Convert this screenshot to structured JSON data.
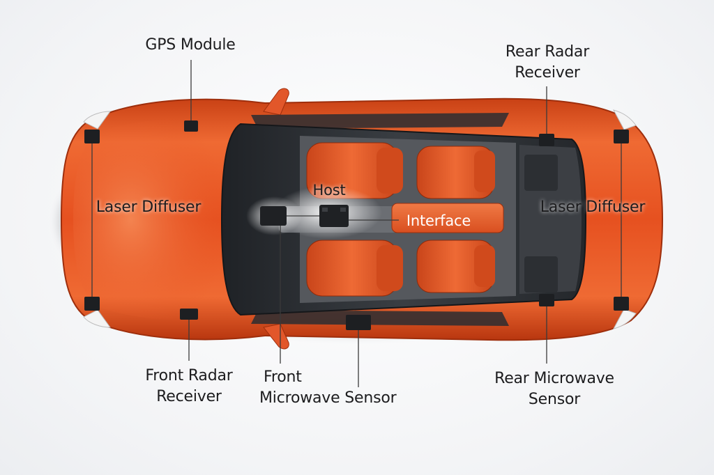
{
  "labels": {
    "gps_module": "GPS Module",
    "rear_radar_receiver": [
      "Rear Radar",
      "Receiver"
    ],
    "laser_diffuser_front": "Laser Diffuser",
    "laser_diffuser_rear": "Laser Diffuser",
    "host": "Host",
    "interface": "Interface",
    "front_radar_receiver": [
      "Front Radar",
      "Receiver"
    ],
    "front_microwave_sensor": [
      "Front",
      "Microwave Sensor"
    ],
    "rear_microwave_sensor": [
      "Rear Microwave",
      "Sensor"
    ]
  },
  "colors": {
    "body": "#e65120",
    "body_highlight": "#f47a45",
    "body_shadow": "#b8360f",
    "glass": "#2a2d31",
    "seat": "#e2572a",
    "interior": "#4a4d52",
    "sensor": "#1d1f22",
    "leader_line": "#3a3a3a"
  }
}
